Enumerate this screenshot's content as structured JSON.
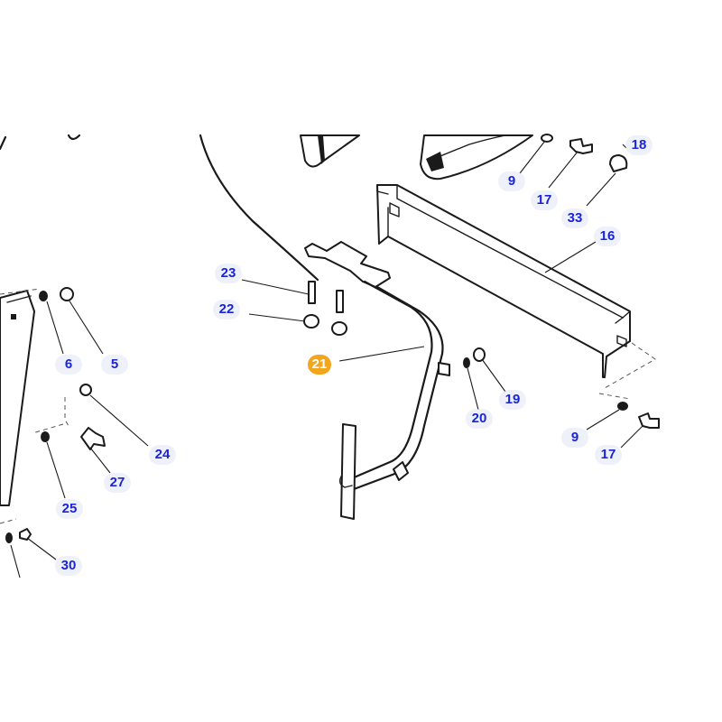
{
  "callouts": [
    {
      "id": "c18",
      "label": "18",
      "highlighted": false
    },
    {
      "id": "c9a",
      "label": "9",
      "highlighted": false
    },
    {
      "id": "c17a",
      "label": "17",
      "highlighted": false
    },
    {
      "id": "c33",
      "label": "33",
      "highlighted": false
    },
    {
      "id": "c16",
      "label": "16",
      "highlighted": false
    },
    {
      "id": "c23",
      "label": "23",
      "highlighted": false
    },
    {
      "id": "c22",
      "label": "22",
      "highlighted": false
    },
    {
      "id": "c21",
      "label": "21",
      "highlighted": true
    },
    {
      "id": "c6",
      "label": "6",
      "highlighted": false
    },
    {
      "id": "c5",
      "label": "5",
      "highlighted": false
    },
    {
      "id": "c19",
      "label": "19",
      "highlighted": false
    },
    {
      "id": "c20",
      "label": "20",
      "highlighted": false
    },
    {
      "id": "c9b",
      "label": "9",
      "highlighted": false
    },
    {
      "id": "c17b",
      "label": "17",
      "highlighted": false
    },
    {
      "id": "c24",
      "label": "24",
      "highlighted": false
    },
    {
      "id": "c27",
      "label": "27",
      "highlighted": false
    },
    {
      "id": "c25",
      "label": "25",
      "highlighted": false
    },
    {
      "id": "c30",
      "label": "30",
      "highlighted": false
    }
  ],
  "colors": {
    "callout_text": "#1a24d6",
    "highlight": "#f3a51d",
    "line": "#1a1a1a"
  }
}
